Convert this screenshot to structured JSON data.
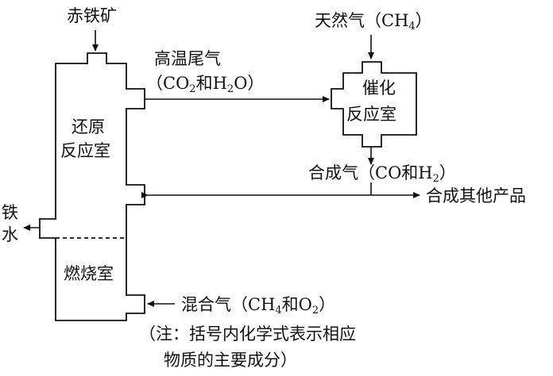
{
  "inputs": {
    "hematite": "赤铁矿",
    "natural_gas": "天然气（CH",
    "natural_gas_sub": "4",
    "natural_gas_tail": "）",
    "mixed_gas": "混合气（CH",
    "mixed_gas_sub1": "4",
    "mixed_gas_mid": "和O",
    "mixed_gas_sub2": "2",
    "mixed_gas_tail": "）"
  },
  "chambers": {
    "reduction": "还原\n反应室",
    "reduction_line1": "还原",
    "reduction_line2": "反应室",
    "catalytic_line1": "催化",
    "catalytic_line2": "反应室",
    "combustion": "燃烧室"
  },
  "flows": {
    "tail_gas_title": "高温尾气",
    "tail_gas_open": "（CO",
    "tail_gas_sub1": "2",
    "tail_gas_mid": "和H",
    "tail_gas_sub2": "2",
    "tail_gas_tail": "O）",
    "syngas": "合成气（CO和H",
    "syngas_sub": "2",
    "syngas_tail": "）",
    "other_products": "合成其他产品"
  },
  "outputs": {
    "molten_iron_1": "铁",
    "molten_iron_2": "水"
  },
  "note": {
    "line1": "（注：括号内化学式表示相应",
    "line2": "物质的主要成分）"
  }
}
